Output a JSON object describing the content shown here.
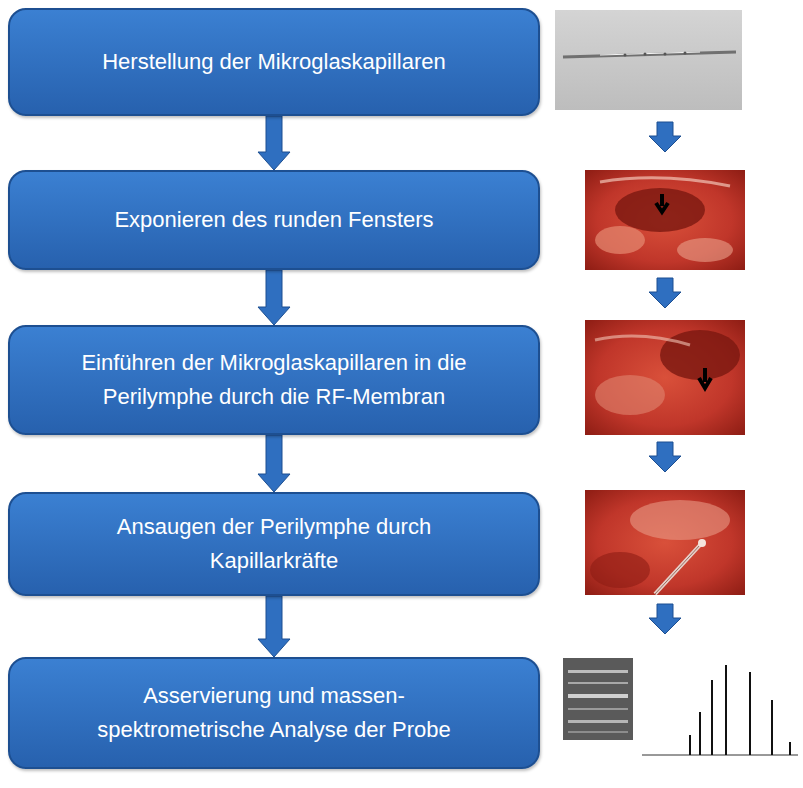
{
  "diagram": {
    "nodes": [
      {
        "text": [
          "Herstellung der Mikroglaskapillaren"
        ]
      },
      {
        "text": [
          "Exponieren des runden Fensters"
        ]
      },
      {
        "text": [
          "Einführen der Mikroglaskapillaren in die Perilymphe durch die RF-Membran"
        ]
      },
      {
        "text": [
          "Ansaugen der Perilymphe durch Kapillarkräfte"
        ]
      },
      {
        "text": [
          "Asservierung und massen-spektrometrische Analyse der Probe"
        ]
      }
    ],
    "edges": [
      {
        "from": 0,
        "to": 1,
        "arrow": "to"
      },
      {
        "from": 1,
        "to": 2,
        "arrow": "to"
      },
      {
        "from": 2,
        "to": 3,
        "arrow": "to"
      },
      {
        "from": 3,
        "to": 4,
        "arrow": "to"
      }
    ]
  }
}
